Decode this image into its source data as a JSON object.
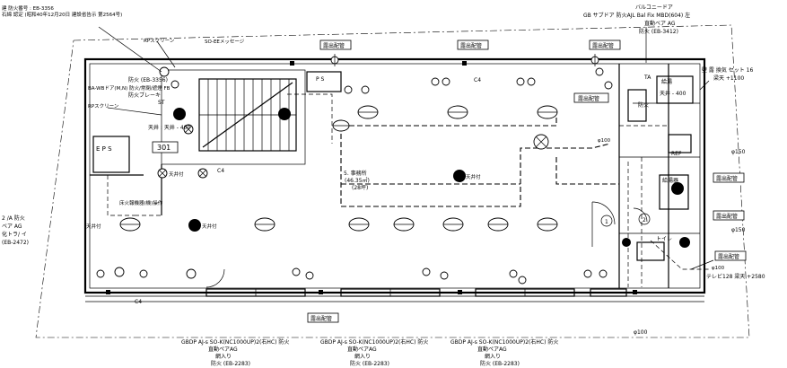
{
  "top_left": {
    "line1": "建 防火番号 : EB-3356",
    "line2": "石綿 認定 (昭和40年12月20日 建設省告示 第2564号)"
  },
  "top_right": {
    "line1": "バルコニードア",
    "line2": "GB サブドア 防火AJL Bal Fix  MBD(604) 左",
    "line3": "直動ベア AG",
    "line4": "防火 (EB-3412)"
  },
  "right_note": {
    "line1": "壁 露 換気 セット  16",
    "line2": "梁天 +1100"
  },
  "left_note": {
    "line1": "2 /A  防火",
    "line2": "ベア AG",
    "line3": "化トラ/ イ",
    "line4": "(EB-2472)"
  },
  "labels": {
    "rp_screen_top": "RPスクリーン",
    "so_ee": "SO-EEメッセージ",
    "rp_screen_mid": "RPスクリーン",
    "fire_door": "防火 (EB-3356)",
    "ba_door": "BA-WBドア(M,N) 防火/常閉/遮煙 FB",
    "fire_brake": "防火ブレーキ",
    "ceiling": "天井 : 天井 - 400",
    "room": "301",
    "eps": "E P S",
    "ps": "P S",
    "office_name": "5. 事務所",
    "office_area": "(46.35㎡)",
    "office_tsubo": "(28坪)",
    "c4_top": "C4",
    "c4_left": "C4",
    "c4_bottom": "C4",
    "tenjo_1": "天井付",
    "tenjo_2": "天井付",
    "tenjo_3": "天井付",
    "tenjo_4": "天井付",
    "floor_note": "床火報機器(機)操作",
    "st": "ST",
    "ta": "TA",
    "supply": "給湯",
    "supply2": "給湯器",
    "ref": "REF",
    "toilet": "トイレ",
    "ceiling_right": "天井 - 400",
    "fire_right": "防火",
    "tv_note": "テレビ128 梁天 +2580",
    "exp_top1": "露出配管",
    "exp_top2": "露出配管",
    "exp_top3": "露出配管",
    "exp_left": "露出配管",
    "exp_right1": "露出配管",
    "exp_right2": "露出配管",
    "exp_right3": "露出配管",
    "exp_bottom": "露出配管",
    "phi150_a": "φ150",
    "phi150_b": "φ150",
    "phi100_a": "φ100",
    "phi100_b": "φ100",
    "phi100_c": "φ100",
    "circle1": "1",
    "circle2": "2"
  },
  "windows": [
    {
      "line1": "GBDP AJ-s SO-K(NC1000UP)2(右HC) 防火",
      "line2": "直動ペアAG",
      "line3": "網入り",
      "line4": "防火 (EB-2283)"
    },
    {
      "line1": "GBDP AJ-s SO-K(NC1000UP)2(右HC) 防火",
      "line2": "直動ペアAG",
      "line3": "網入り",
      "line4": "防火 (EB-2283)"
    },
    {
      "line1": "GBDP AJ-s SO-K(NC1000UP)2(右HC) 防火",
      "line2": "直動ペアAG",
      "line3": "網入り",
      "line4": "防火 (EB-2283)"
    }
  ]
}
